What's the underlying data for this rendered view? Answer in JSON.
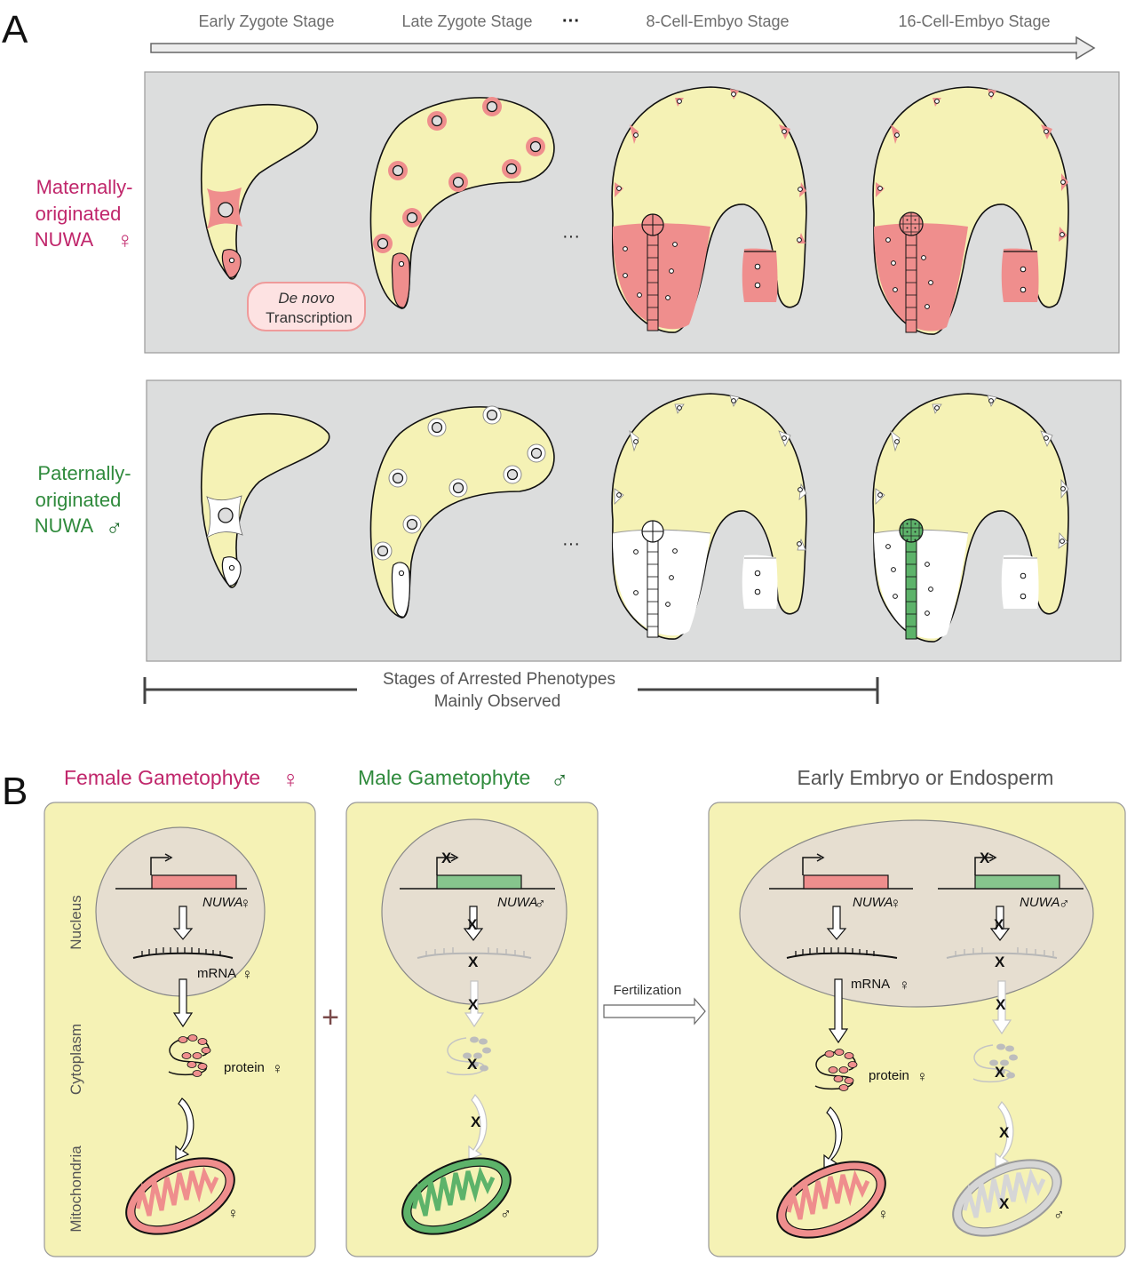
{
  "panel_a": {
    "letter": "A",
    "stages": [
      "Early Zygote Stage",
      "Late Zygote Stage",
      "···",
      "8-Cell-Embyo Stage",
      "16-Cell-Embyo Stage"
    ],
    "maternal_label": [
      "Maternally-",
      "originated",
      "NUWA"
    ],
    "maternal_symbol": "♀",
    "paternal_label": [
      "Paternally-",
      "originated",
      "NUWA"
    ],
    "paternal_symbol": "♂",
    "ellipsis": "···",
    "denovo_italic": "De novo",
    "denovo_text": "Transcription",
    "arrest_label": [
      "Stages of Arrested Phenotypes",
      "Mainly Observed"
    ]
  },
  "panel_b": {
    "letter": "B",
    "female_title": "Female Gametophyte",
    "female_symbol": "♀",
    "male_title": "Male Gametophyte",
    "male_symbol": "♂",
    "embryo_title": "Early Embryo or Endosperm",
    "compartments": [
      "Nucleus",
      "Cytoplasm",
      "Mitochondria"
    ],
    "gene_name": "NUWA",
    "mrna_label": "mRNA",
    "protein_label": "protein",
    "fertilization": "Fertilization",
    "plus": "+",
    "cross": "X",
    "female_sym": "♀",
    "male_sym": "♂"
  },
  "colors": {
    "maternal": "#c0266b",
    "paternal": "#2f8a3c",
    "yellow": "#f5f2b5",
    "pink": "#ef8e8d",
    "green": "#5db36a",
    "panel_gray": "#dcdddd",
    "nucleus_beige": "#e6ded0"
  }
}
